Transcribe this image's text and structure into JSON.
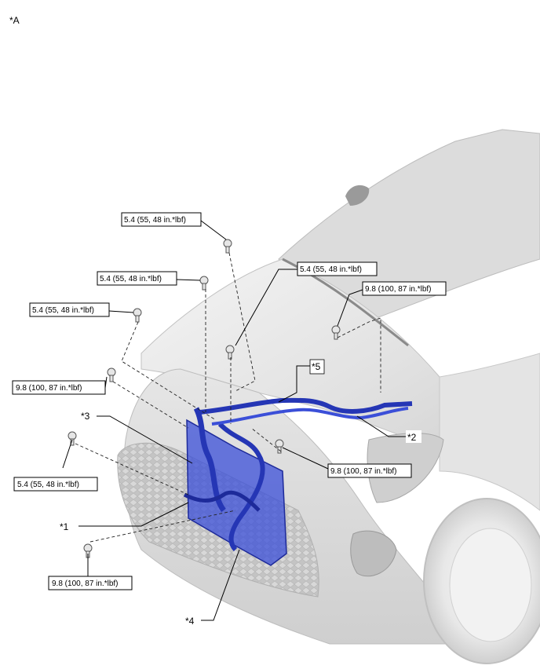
{
  "figure": {
    "view_label": "*A"
  },
  "callouts": [
    {
      "id": "c1",
      "text": "*1"
    },
    {
      "id": "c2",
      "text": "*2"
    },
    {
      "id": "c3",
      "text": "*3"
    },
    {
      "id": "c4",
      "text": "*4"
    },
    {
      "id": "c5",
      "text": "*5"
    }
  ],
  "torque_specs": [
    {
      "id": "t1",
      "text": "5.4 (55, 48 in.*lbf)"
    },
    {
      "id": "t2",
      "text": "5.4 (55, 48 in.*lbf)"
    },
    {
      "id": "t3",
      "text": "5.4 (55, 48 in.*lbf)"
    },
    {
      "id": "t4",
      "text": "5.4 (55, 48 in.*lbf)"
    },
    {
      "id": "t5",
      "text": "9.8 (100, 87 in.*lbf)"
    },
    {
      "id": "t6",
      "text": "9.8 (100, 87 in.*lbf)"
    },
    {
      "id": "t7",
      "text": "9.8 (100, 87 in.*lbf)"
    },
    {
      "id": "t8",
      "text": "5.4 (55, 48 in.*lbf)"
    },
    {
      "id": "t9",
      "text": "9.8 (100, 87 in.*lbf)"
    }
  ],
  "colors": {
    "highlight_part": "#3b4fd8",
    "highlight_part_dark": "#1d2a9a",
    "car_body": "#e9e9e9",
    "car_shade": "#c9c9c9",
    "line": "#000000"
  }
}
